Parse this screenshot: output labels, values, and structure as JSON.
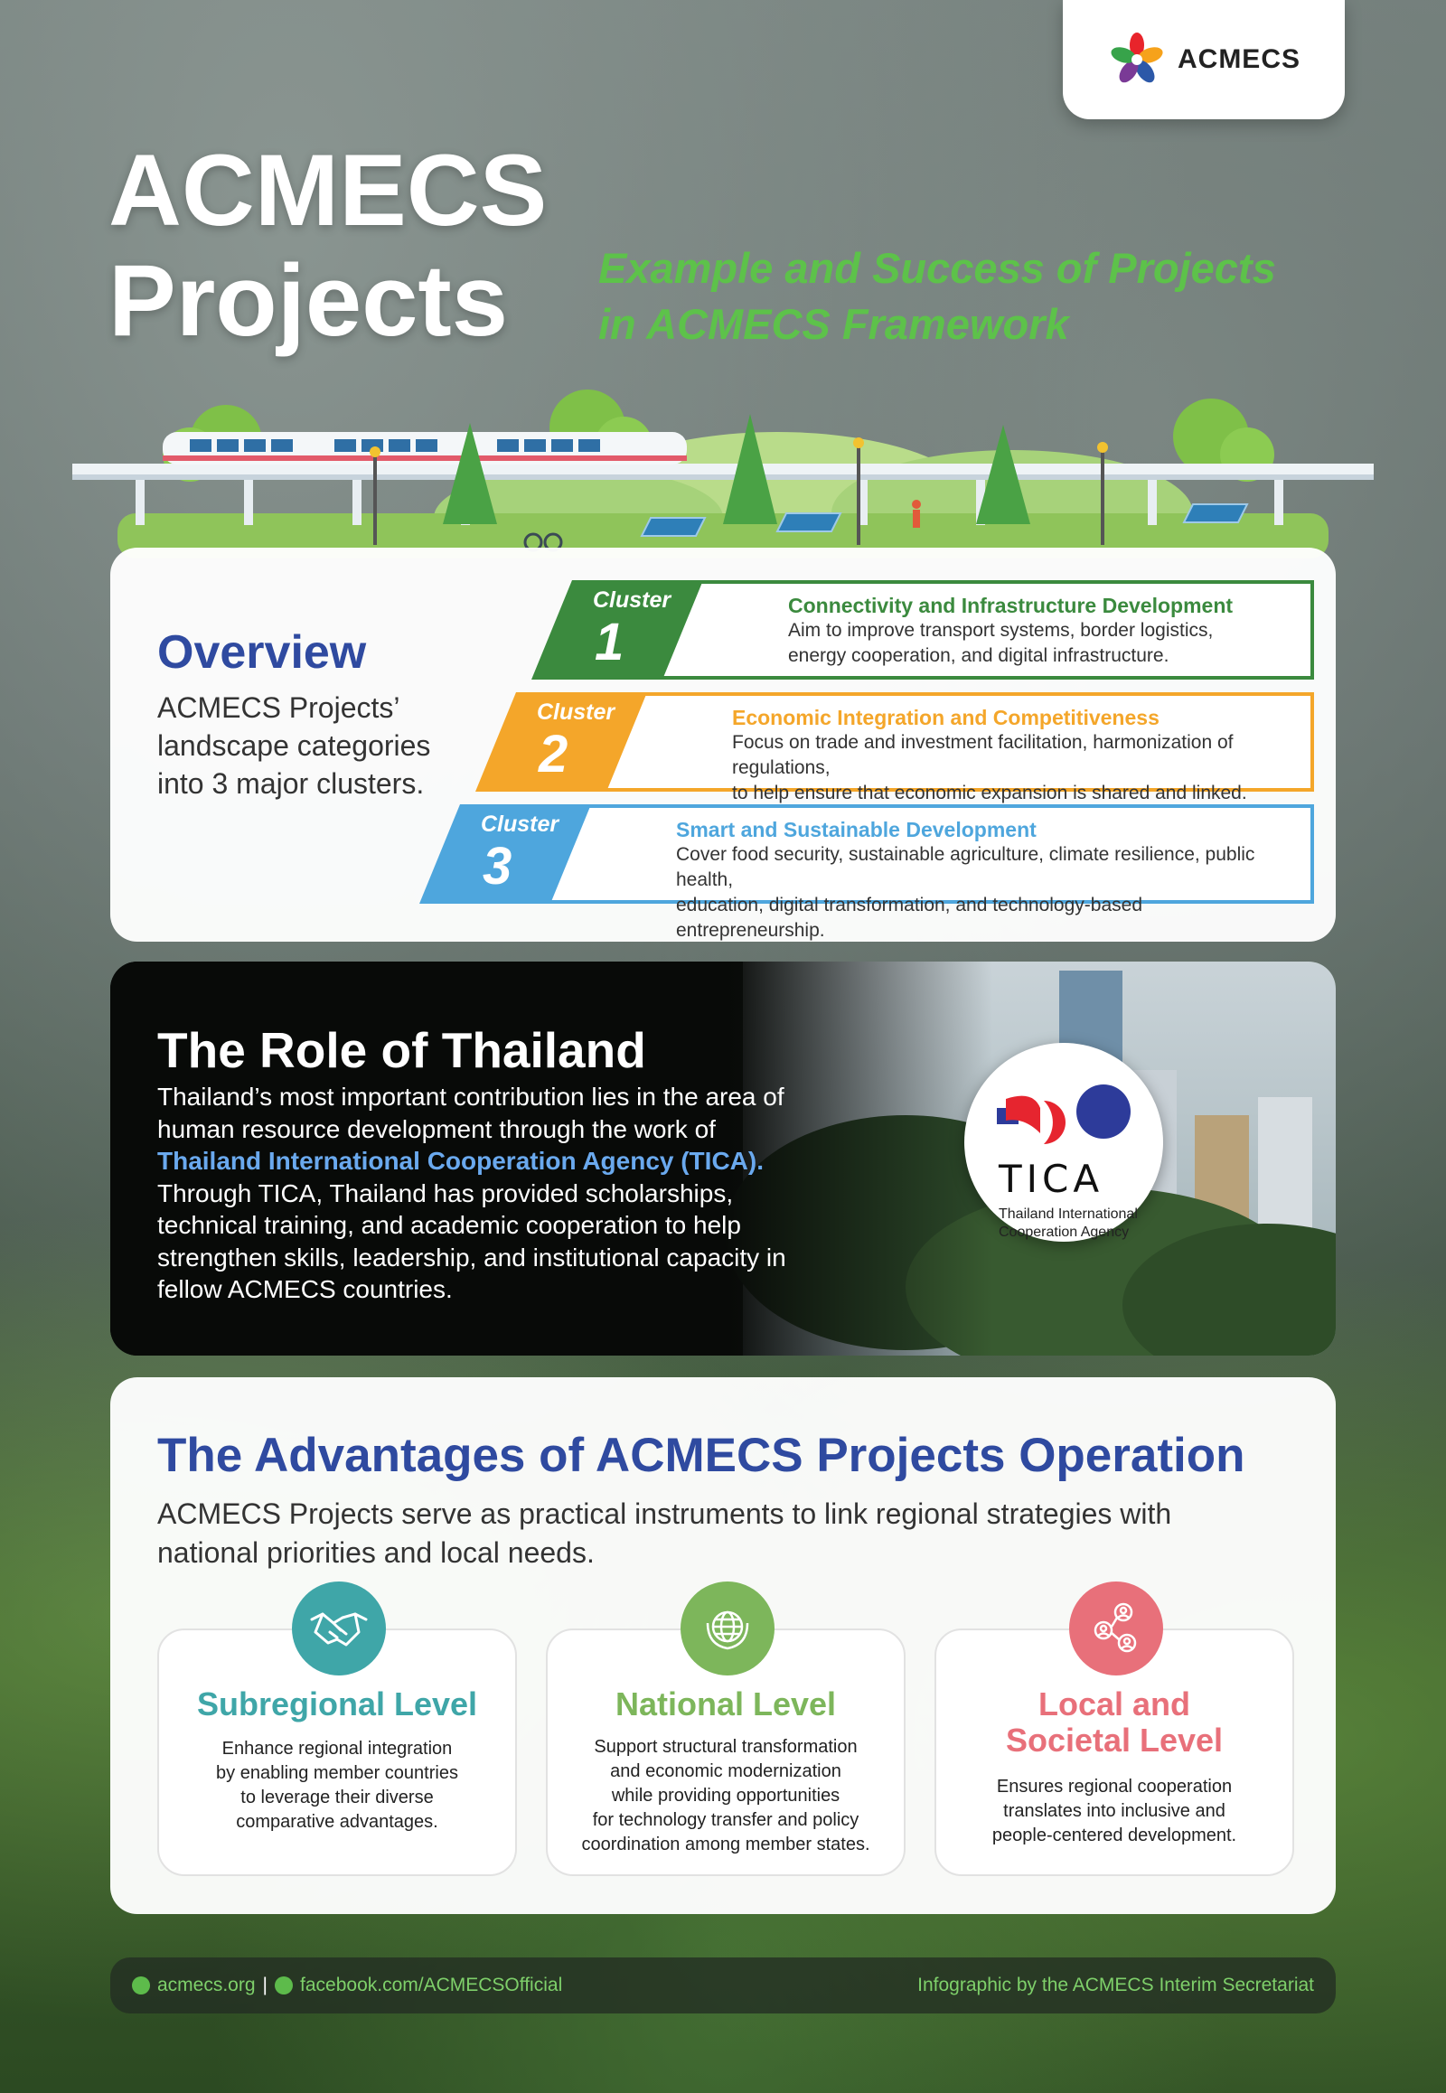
{
  "brand": {
    "name": "ACMECS"
  },
  "hero": {
    "title_line1": "ACMECS",
    "title_line2": "Projects",
    "subtitle_line1": "Example and Success of Projects",
    "subtitle_line2": "in ACMECS Framework"
  },
  "overview": {
    "title": "Overview",
    "description": "ACMECS Projects’ landscape categories into 3 major clusters.",
    "cluster_word": "Cluster",
    "clusters": [
      {
        "number": "1",
        "title": "Connectivity and Infrastructure Development",
        "desc_line1": "Aim to improve transport systems, border logistics,",
        "desc_line2": "energy cooperation, and digital infrastructure.",
        "color": "#3b8a3e"
      },
      {
        "number": "2",
        "title": "Economic Integration and Competitiveness",
        "desc_line1": "Focus on trade and investment facilitation, harmonization of regulations,",
        "desc_line2": "to help ensure that economic expansion is shared and linked.",
        "color": "#f4a62a"
      },
      {
        "number": "3",
        "title": "Smart and Sustainable Development",
        "desc_line1": "Cover food security, sustainable agriculture, climate resilience, public health,",
        "desc_line2": "education, digital transformation, and technology-based entrepreneurship.",
        "color": "#4ea6dd"
      }
    ]
  },
  "role": {
    "title": "The Role of Thailand",
    "text_part1": "Thailand’s most important contribution lies in the area of human resource development through the work of ",
    "text_link": "Thailand International Cooperation Agency (TICA).",
    "text_part2": " Through TICA, Thailand has provided scholarships, technical training, and academic cooperation to help strengthen skills, leadership, and institutional capacity in fellow ACMECS countries.",
    "tica_word": "TICA",
    "tica_full_line1": "Thailand International",
    "tica_full_line2": "Cooperation Agency"
  },
  "advantages": {
    "title": "The Advantages of ACMECS Projects Operation",
    "text": "ACMECS Projects serve as practical instruments to link regional strategies with national priorities and local needs.",
    "cards": [
      {
        "icon": "handshake-icon",
        "title_line1": "Subregional Level",
        "title_line2": "",
        "desc": [
          "Enhance regional integration",
          "by enabling member countries",
          "to leverage their diverse",
          "comparative advantages."
        ],
        "color": "#3fa6a8"
      },
      {
        "icon": "globe-icon",
        "title_line1": "National Level",
        "title_line2": "",
        "desc": [
          "Support structural transformation",
          "and economic modernization",
          "while providing opportunities",
          "for technology transfer and policy",
          "coordination among member states."
        ],
        "color": "#7db65b"
      },
      {
        "icon": "people-network-icon",
        "title_line1": "Local and",
        "title_line2": "Societal Level",
        "desc": [
          "Ensures regional cooperation",
          "translates into inclusive and",
          "people-centered development."
        ],
        "color": "#e8707a"
      }
    ]
  },
  "footer": {
    "website": "acmecs.org",
    "separator": "|",
    "facebook": "facebook.com/ACMECSOfficial",
    "credit": "Infographic by the ACMECS Interim Secretariat"
  }
}
